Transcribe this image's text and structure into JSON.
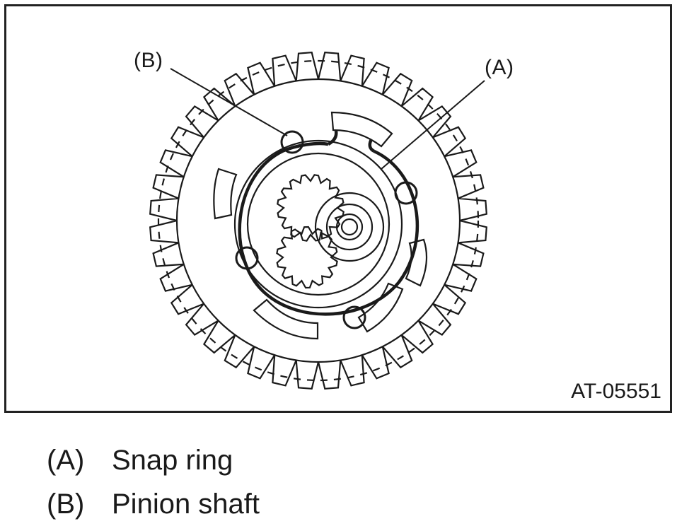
{
  "figure": {
    "id": "AT-05551",
    "callouts": {
      "a": "(A)",
      "b": "(B)"
    }
  },
  "legend": [
    {
      "key": "(A)",
      "label": "Snap ring"
    },
    {
      "key": "(B)",
      "label": "Pinion shaft"
    }
  ],
  "colors": {
    "line": "#1a1a1a",
    "background": "#ffffff"
  }
}
